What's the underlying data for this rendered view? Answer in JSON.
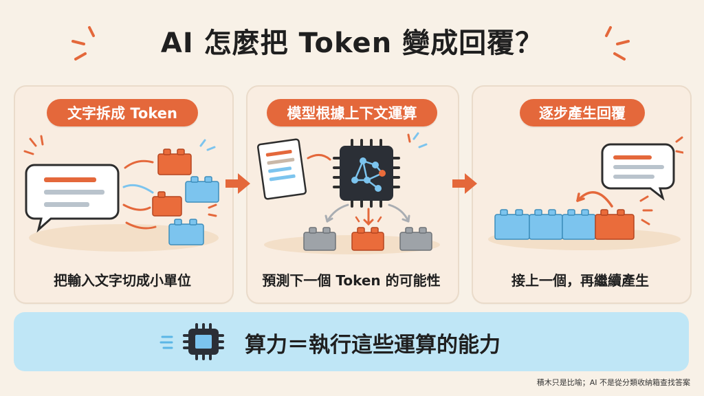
{
  "title": "AI 怎麼把 Token 變成回覆？",
  "steps": [
    {
      "label": "文字拆成 Token",
      "caption": "把輸入文字切成小單位"
    },
    {
      "label": "模型根據上下文運算",
      "caption": "預測下一個 Token 的可能性"
    },
    {
      "label": "逐步產生回覆",
      "caption": "接上一個，再繼續產生"
    }
  ],
  "bottom": {
    "text": "算力＝執行這些運算的能力",
    "icon": "chip-icon"
  },
  "footnote": "積木只是比喻；AI 不是從分類收納箱查找答案",
  "colors": {
    "accent": "#e4683b",
    "brick_orange": "#ea6c3b",
    "brick_blue": "#7cc4ee",
    "brick_gray": "#9ea3a8",
    "bar_blue": "#bfe6f6",
    "background": "#f8f1e7"
  }
}
